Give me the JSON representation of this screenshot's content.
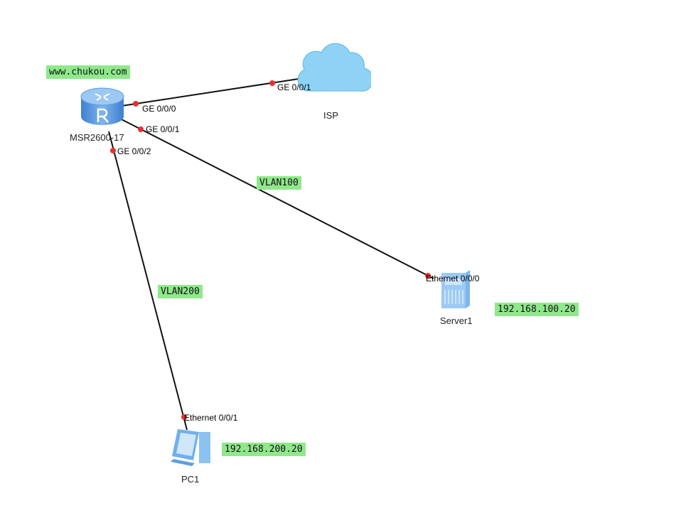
{
  "devices": {
    "router": {
      "name": "MSR2600-17"
    },
    "isp": {
      "name": "ISP"
    },
    "server": {
      "name": "Server1"
    },
    "pc": {
      "name": "PC1"
    }
  },
  "ports": {
    "router_ge000": "GE 0/0/0",
    "router_ge001": "GE 0/0/1",
    "router_ge002": "GE 0/0/2",
    "isp_ge001": "GE 0/0/1",
    "server_eth": "Ethernet 0/0/0",
    "pc_eth": "Ethernet 0/0/1"
  },
  "labels": {
    "site": "www.chukou.com",
    "vlan100": "VLAN100",
    "vlan200": "VLAN200",
    "server_ip": "192.168.100.20",
    "pc_ip": "192.168.200.20"
  },
  "colors": {
    "label_bg": "#8fe88a",
    "port_dot": "#e83030",
    "device_blue": "#5b9be0"
  }
}
